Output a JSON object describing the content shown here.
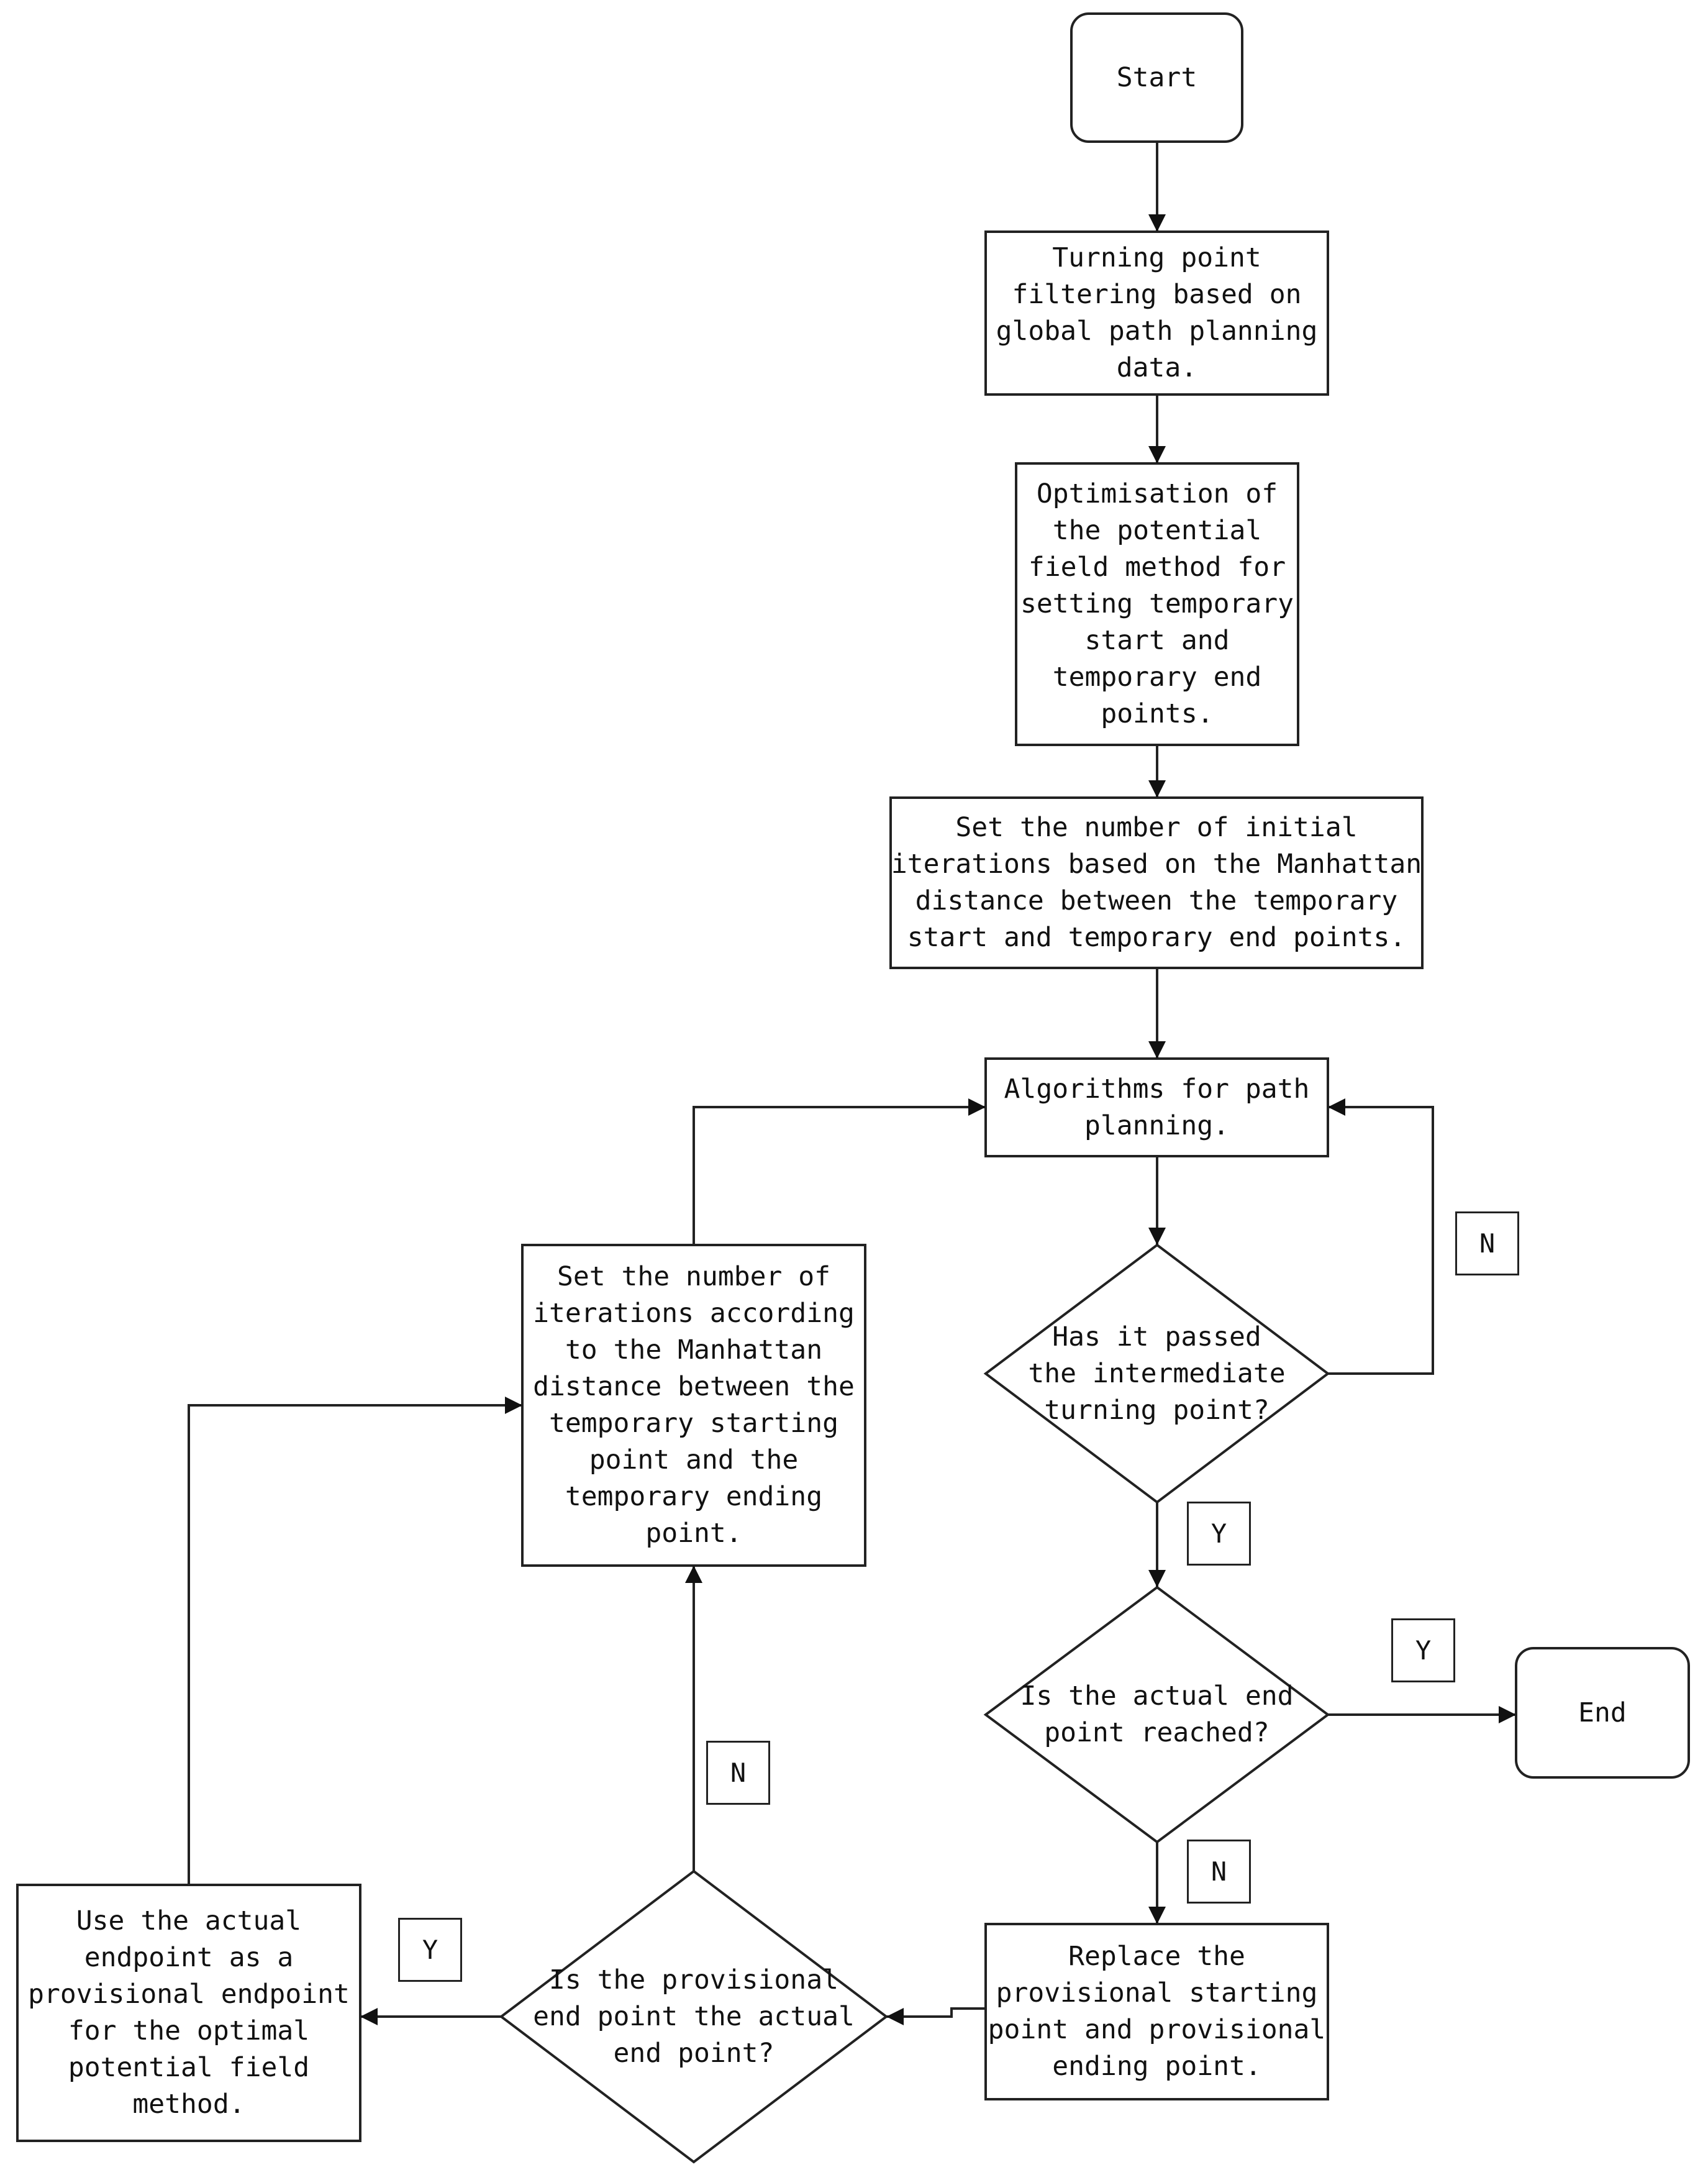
{
  "flowchart": {
    "start": "Start",
    "end": "End",
    "turning_filter": "Turning point\nfiltering based on\nglobal path planning\ndata.",
    "optimisation": "Optimisation of\nthe potential\nfield method for\nsetting temporary\nstart and\ntemporary end\npoints.",
    "set_initial": "Set the number of initial\niterations based on the Manhattan\ndistance between the temporary\nstart and temporary end points.",
    "algorithms": "Algorithms for path\nplanning.",
    "has_passed": "Has it passed\nthe intermediate\nturning point?",
    "actual_reached": "Is the actual end\npoint reached?",
    "replace": "Replace the\nprovisional starting\npoint and provisional\nending point.",
    "provisional_is_actual": "Is the provisional\nend point the actual\nend point?",
    "use_actual": "Use the actual\nendpoint as a\nprovisional endpoint\nfor the optimal\npotential field\nmethod.",
    "set_iterations": "Set the number of\niterations according\nto the Manhattan\ndistance between the\ntemporary starting\npoint and the\ntemporary ending\npoint."
  },
  "labels": {
    "passed_no": "N",
    "passed_yes": "Y",
    "reached_yes": "Y",
    "reached_no": "N",
    "provisional_no": "N",
    "provisional_yes": "Y"
  }
}
